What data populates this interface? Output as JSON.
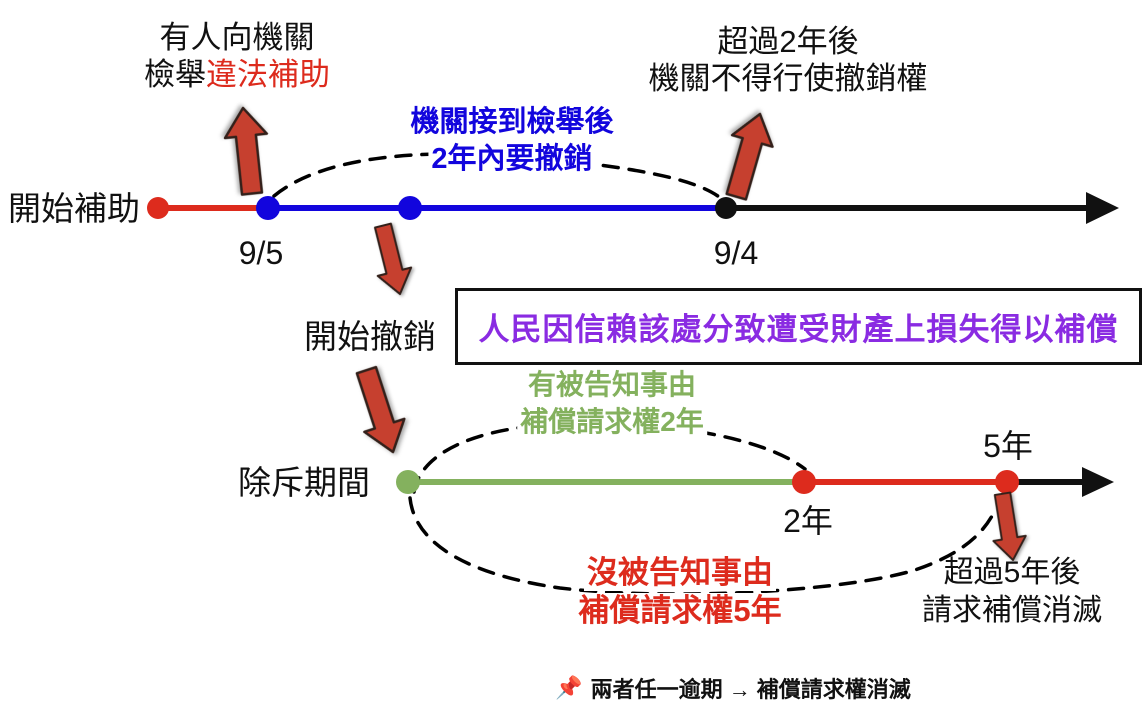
{
  "colors": {
    "timeline_red": "#dd2b1d",
    "timeline_blue": "#1205dd",
    "timeline_green": "#84b15e",
    "purple_text": "#8a2be2",
    "block_arrow_red": "#c6402f",
    "ink": "#111111"
  },
  "top_timeline": {
    "start_label": "開始補助",
    "tick_start": "9/5",
    "tick_end": "9/4",
    "report_line1": "有人向機關",
    "report_line2_black": "檢舉",
    "report_line2_red": "違法補助",
    "deadline_line1": "機關接到檢舉後",
    "deadline_line2": "2年內要撤銷",
    "expire_line1": "超過2年後",
    "expire_line2": "機關不得行使撤銷權"
  },
  "middle": {
    "revoke_label": "開始撤銷",
    "compensation_box": "人民因信賴該處分致遭受財產上損失得以補償"
  },
  "bottom_timeline": {
    "period_label": "除斥期間",
    "tick_2y": "2年",
    "tick_5y": "5年",
    "informed_line1": "有被告知事由",
    "informed_line2": "補償請求權2年",
    "not_informed_line1": "沒被告知事由",
    "not_informed_line2": "補償請求權5年",
    "expire_line1": "超過5年後",
    "expire_line2": "請求補償消滅"
  },
  "footer": {
    "pin_icon": "📌",
    "note": "兩者任一逾期 → 補償請求權消滅"
  }
}
